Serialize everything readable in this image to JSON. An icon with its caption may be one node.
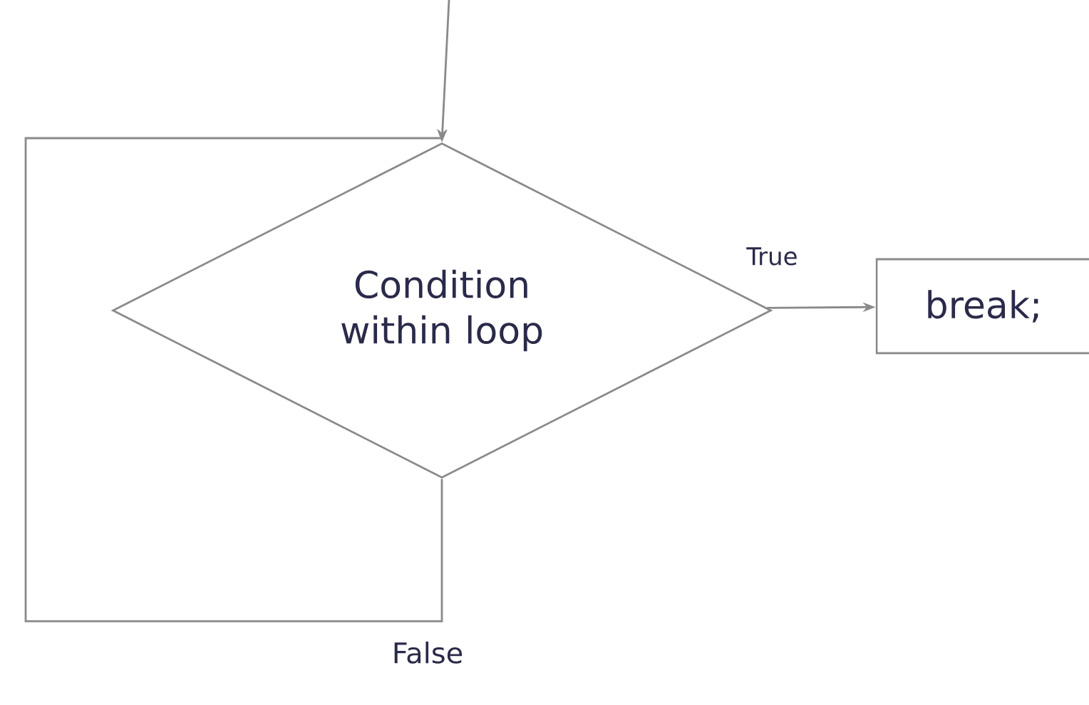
{
  "diagram": {
    "nodes": [
      {
        "text": [
          "Condition within loop"
        ]
      },
      {
        "text": [
          "break;"
        ]
      }
    ],
    "edges": [
      {
        "from": null,
        "to": 0,
        "arrow": "to"
      },
      {
        "from": 0,
        "to": 1,
        "arrow": "to",
        "label": "True"
      },
      {
        "from": 0,
        "to": 0,
        "arrow": "to",
        "label": "False"
      }
    ]
  }
}
